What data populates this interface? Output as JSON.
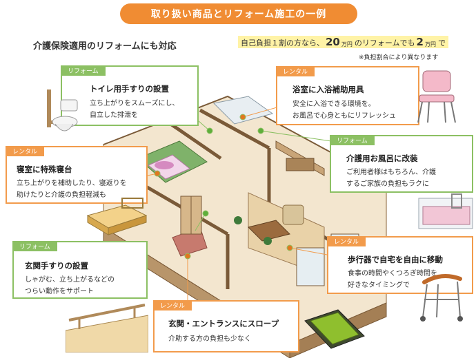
{
  "header": {
    "title": "取り扱い商品とリフォーム施工の一例"
  },
  "subtitle": "介護保険適用のリフォームにも対応",
  "copay": {
    "prefix": "自己負担１割の方なら、",
    "amount1": "20",
    "unit1": "万円",
    "middle": "のリフォームでも",
    "amount2": "2",
    "unit2": "万円",
    "suffix": "で"
  },
  "note": "※負担割合により異なります",
  "colors": {
    "orange": "#f08c33",
    "green": "#8cc063",
    "highlight": "#fff3a6"
  },
  "cards": {
    "toilet": {
      "tag": "リフォーム",
      "title": "トイレ用手すりの設置",
      "lines": [
        "立ち上がりをスムーズにし、",
        "自立した排泄を"
      ]
    },
    "bath_aid": {
      "tag": "レンタル",
      "title": "浴室に入浴補助用具",
      "lines": [
        "安全に入浴できる環境を。",
        "お風呂で心身ともにリフレッシュ"
      ]
    },
    "bedroom": {
      "tag": "レンタル",
      "title": "寝室に特殊寝台",
      "lines": [
        "立ち上がりを補助したり、寝返りを",
        "助けたりと介護の負担軽減も"
      ]
    },
    "bath_reform": {
      "tag": "リフォーム",
      "title": "介護用お風呂に改装",
      "lines": [
        "ご利用者様はもちろん、介護",
        "するご家族の負担もラクに"
      ]
    },
    "walker": {
      "tag": "レンタル",
      "title": "歩行器で自宅を自由に移動",
      "lines": [
        "食事の時間やくつろぎ時間を",
        "好きなタイミングで"
      ]
    },
    "entrance_rail": {
      "tag": "リフォーム",
      "title": "玄関手すりの設置",
      "lines": [
        "しゃがむ、立ち上がるなどの",
        "つらい動作をサポート"
      ]
    },
    "slope": {
      "tag": "レンタル",
      "title": "玄関・エントランスにスロープ",
      "lines": [
        "介助する方の負担も少なく"
      ]
    }
  },
  "icons": [
    "toilet-icon",
    "bath-chair-icon",
    "care-bed-icon",
    "bathtub-icon",
    "walker-icon",
    "handrail-icon",
    "slope-icon"
  ]
}
